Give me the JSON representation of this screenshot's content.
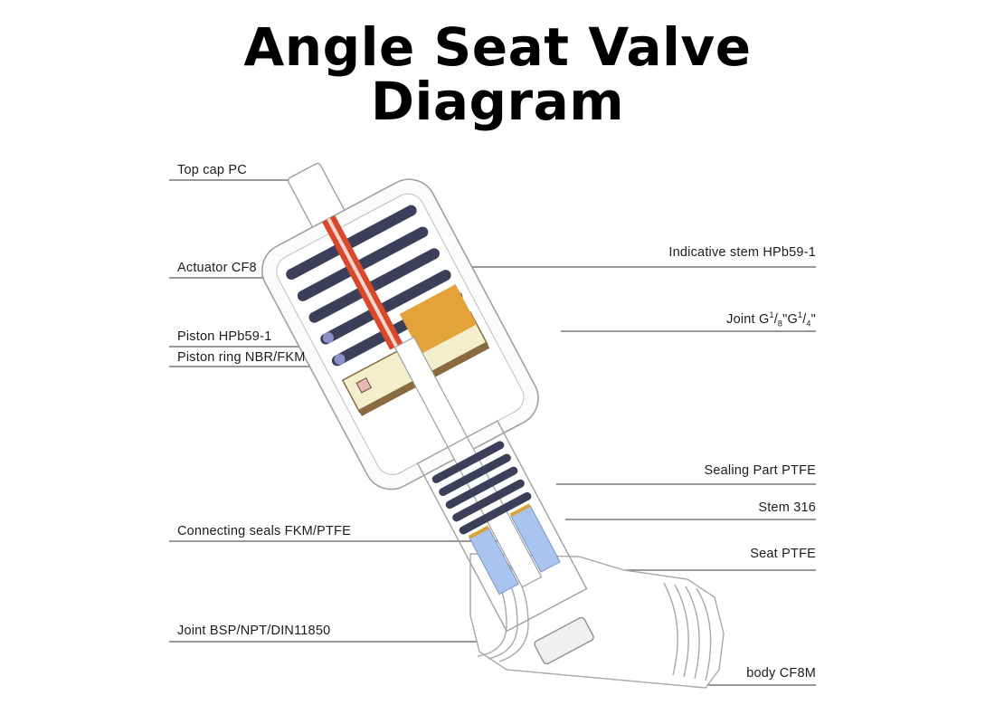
{
  "title": {
    "line1": "Angle Seat Valve",
    "line2": "Diagram"
  },
  "labels": {
    "left": [
      {
        "id": "top-cap",
        "text": "Top cap PC"
      },
      {
        "id": "actuator",
        "text": "Actuator CF8"
      },
      {
        "id": "piston",
        "text": "Piston HPb59-1"
      },
      {
        "id": "piston-ring",
        "text": "Piston ring NBR/FKM"
      },
      {
        "id": "connecting-seals",
        "text": "Connecting seals FKM/PTFE"
      },
      {
        "id": "joint-bsp",
        "text": "Joint BSP/NPT/DIN11850"
      }
    ],
    "right": [
      {
        "id": "indicative-stem",
        "text": "Indicative stem HPb59-1"
      },
      {
        "id": "joint-g",
        "text": "Joint G",
        "sup1": "1",
        "sub1": "8",
        "mid": "\"G",
        "sup2": "1",
        "sub2": "4",
        "end": "\""
      },
      {
        "id": "sealing-part",
        "text": "Sealing Part PTFE"
      },
      {
        "id": "stem",
        "text": "Stem 316"
      },
      {
        "id": "seat",
        "text": "Seat PTFE"
      },
      {
        "id": "body",
        "text": "body CF8M"
      }
    ]
  },
  "colors": {
    "leader_line": "#555555",
    "outline": "#9a9a9a",
    "spring": "#3c3f5a",
    "spring_highlight": "#8a90c8",
    "indicator_red": "#d9482a",
    "piston_orange": "#e3a23a",
    "piston_cream": "#f3efcc",
    "seal_brown": "#8a6a40",
    "packing_blue": "#a9c4ee"
  }
}
